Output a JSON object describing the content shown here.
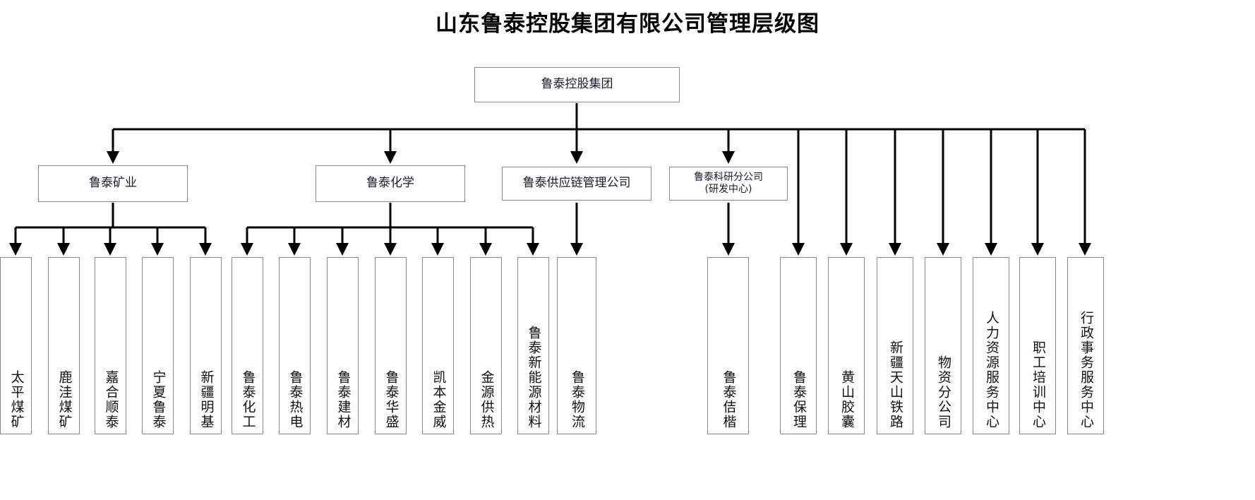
{
  "title": "山东鲁泰控股集团有限公司管理层级图",
  "diagram": {
    "type": "org-chart",
    "root": {
      "label": "鲁泰控股集团"
    },
    "divisions": [
      {
        "label": "鲁泰矿业"
      },
      {
        "label": "鲁泰化学"
      },
      {
        "label": "鲁泰供应链管理公司"
      },
      {
        "label": "鲁泰科研分公司\n(研发中心)"
      }
    ],
    "mining_units": [
      {
        "label": "太平煤矿"
      },
      {
        "label": "鹿洼煤矿"
      },
      {
        "label": "嘉合顺泰"
      },
      {
        "label": "宁夏鲁泰"
      },
      {
        "label": "新疆明基"
      }
    ],
    "chemical_units": [
      {
        "label": "鲁泰化工"
      },
      {
        "label": "鲁泰热电"
      },
      {
        "label": "鲁泰建材"
      },
      {
        "label": "鲁泰华盛"
      },
      {
        "label": "凯本金威"
      },
      {
        "label": "金源供热"
      },
      {
        "label": "鲁泰新能源材料"
      }
    ],
    "supply_chain_units": [
      {
        "label": "鲁泰物流"
      }
    ],
    "research_units": [
      {
        "label": "鲁泰佶楷"
      }
    ],
    "direct_units": [
      {
        "label": "鲁泰保理"
      },
      {
        "label": "黄山胶囊"
      },
      {
        "label": "新疆天山铁路"
      },
      {
        "label": "物资分公司"
      },
      {
        "label": "人力资源服务中心"
      },
      {
        "label": "职工培训中心"
      },
      {
        "label": "行政事务服务中心"
      }
    ]
  },
  "colors": {
    "box_border": "#8a8a8a",
    "connector": "#000000",
    "text": "#1a1a2e",
    "background": "#ffffff"
  }
}
